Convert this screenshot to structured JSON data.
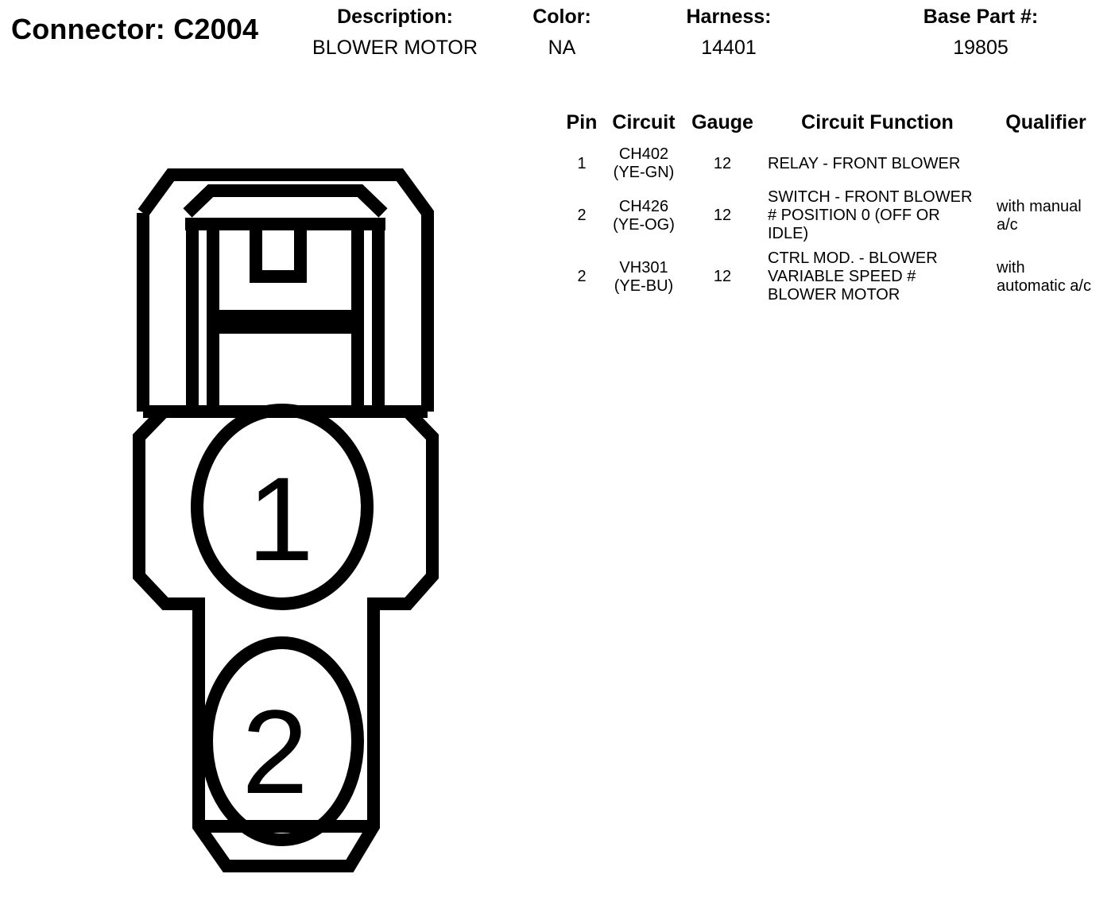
{
  "connector": {
    "title": "Connector: C2004"
  },
  "header": {
    "description_label": "Description:",
    "description_value": "BLOWER MOTOR",
    "color_label": "Color:",
    "color_value": "NA",
    "harness_label": "Harness:",
    "harness_value": "14401",
    "base_part_label": "Base Part #:",
    "base_part_value": "19805"
  },
  "table": {
    "headers": [
      "Pin",
      "Circuit",
      "Gauge",
      "Circuit Function",
      "Qualifier"
    ],
    "rows": [
      {
        "pin": "1",
        "circuit": "CH402",
        "circuit_color": "(YE-GN)",
        "gauge": "12",
        "function": "RELAY - FRONT BLOWER",
        "qualifier": ""
      },
      {
        "pin": "2",
        "circuit": "CH426",
        "circuit_color": "(YE-OG)",
        "gauge": "12",
        "function": "SWITCH - FRONT BLOWER\n# POSITION 0 (OFF OR\nIDLE)",
        "qualifier": "with manual a/c"
      },
      {
        "pin": "2",
        "circuit": "VH301",
        "circuit_color": "(YE-BU)",
        "gauge": "12",
        "function": "CTRL MOD. - BLOWER\nVARIABLE SPEED #\nBLOWER MOTOR",
        "qualifier": "with automatic a/c"
      }
    ]
  },
  "diagram": {
    "pin_labels": [
      "1",
      "2"
    ],
    "stroke_color": "#000000"
  }
}
